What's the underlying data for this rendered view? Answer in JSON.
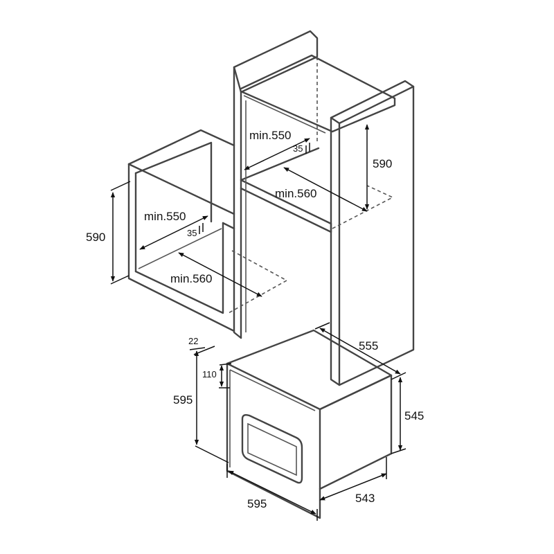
{
  "dimensions": {
    "left_niche_height": "590",
    "left_niche_width": "min.550",
    "left_niche_gap": "35",
    "left_niche_depth": "min.560",
    "right_niche_width": "min.550",
    "right_niche_gap": "35",
    "right_niche_height": "590",
    "right_niche_depth": "min.560",
    "oven_front_offset": "22",
    "oven_panel_height": "110",
    "oven_front_height": "595",
    "oven_body_depth": "555",
    "oven_body_height": "545",
    "oven_front_width": "595",
    "oven_body_width": "543"
  },
  "colors": {
    "outline": "#444444",
    "dimension": "#111111",
    "background": "#ffffff"
  }
}
